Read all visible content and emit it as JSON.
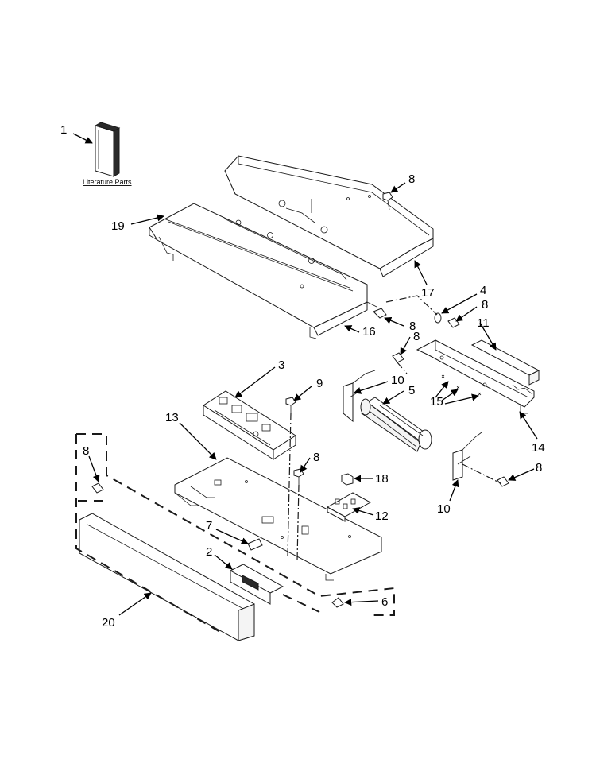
{
  "literature_label": "Literature Parts",
  "callouts": {
    "c1": "1",
    "c2": "2",
    "c3": "3",
    "c4": "4",
    "c5": "5",
    "c6": "6",
    "c7": "7",
    "c8a": "8",
    "c8b": "8",
    "c8c": "8",
    "c8d": "8",
    "c8e": "8",
    "c8f": "8",
    "c8g": "8",
    "c9": "9",
    "c10a": "10",
    "c10b": "10",
    "c11": "11",
    "c12": "12",
    "c13": "13",
    "c14": "14",
    "c15": "15",
    "c16": "16",
    "c17": "17",
    "c18": "18",
    "c19": "19",
    "c20": "20"
  }
}
